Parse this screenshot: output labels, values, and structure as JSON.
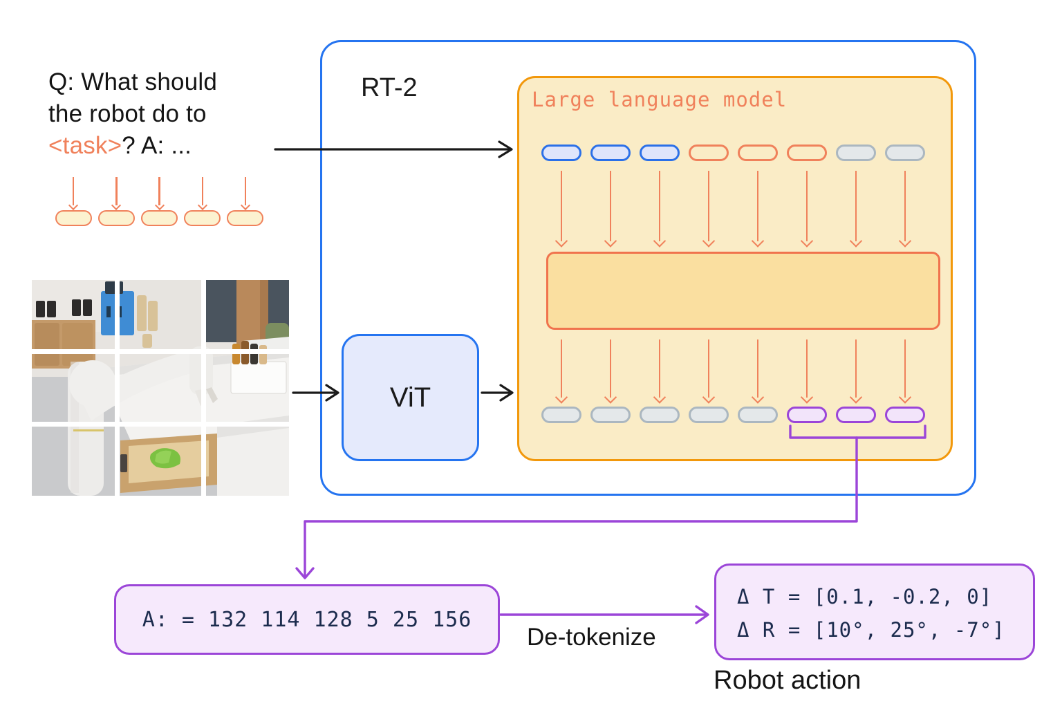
{
  "prompt": {
    "line1": "Q: What should",
    "line2": "the robot do to",
    "task_token": "<task>",
    "line3_rest": "? A: ..."
  },
  "rt2_label": "RT-2",
  "vit_label": "ViT",
  "llm_title": "Large language model",
  "tokens": {
    "prompt_row": [
      "cream",
      "cream",
      "cream",
      "cream",
      "cream"
    ],
    "llm_top_row": [
      "blue",
      "blue",
      "blue",
      "orange",
      "orange",
      "orange",
      "gray",
      "gray"
    ],
    "llm_bottom_row": [
      "gray",
      "gray",
      "gray",
      "gray",
      "gray",
      "purple",
      "purple",
      "purple"
    ]
  },
  "action_token_string": "A: = 132 114 128 5 25 156",
  "detokenize_label": "De-tokenize",
  "robot_action": {
    "delta_t": "Δ T = [0.1, -0.2, 0]",
    "delta_r": "Δ R = [10°, 25°, -7°]",
    "caption": "Robot action"
  },
  "colors": {
    "rt2_border_blue": "#2574F0",
    "llm_border_orange": "#F2980B",
    "llm_fill": "#FAECC6",
    "coral_accent": "#F0815B",
    "attention_fill": "#FADFA0",
    "purple_accent": "#9B45D8",
    "purple_fill": "#F6E9FC",
    "token_text_navy": "#1B2B4D"
  }
}
